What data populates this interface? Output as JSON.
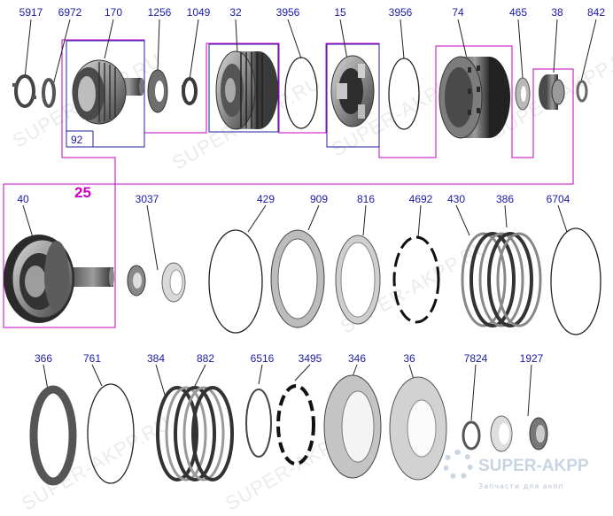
{
  "diagram": {
    "part_numbers": {
      "p5917": "5917",
      "p6972": "6972",
      "p170": "170",
      "p1256": "1256",
      "p1049": "1049",
      "p32": "32",
      "p3956a": "3956",
      "p15": "15",
      "p3956b": "3956",
      "p74": "74",
      "p465": "465",
      "p38": "38",
      "p842": "842",
      "p92": "92",
      "p40": "40",
      "p3037": "3037",
      "p429": "429",
      "p909": "909",
      "p816": "816",
      "p4692": "4692",
      "p430": "430",
      "p386": "386",
      "p6704": "6704",
      "p366": "366",
      "p761": "761",
      "p384": "384",
      "p882": "882",
      "p6516": "6516",
      "p3495": "3495",
      "p346": "346",
      "p36": "36",
      "p7824": "7824",
      "p1927": "1927"
    },
    "group_number": "25",
    "watermark": "SUPER-AKPP.RU",
    "logo": {
      "name": "SUPER-AKPP",
      "tagline": "Запчасти для акпп"
    },
    "colors": {
      "label": "#1a1aa8",
      "outline": "#c800c8",
      "group_frame": "#2020a0",
      "metal": "#8a8a8a"
    }
  }
}
